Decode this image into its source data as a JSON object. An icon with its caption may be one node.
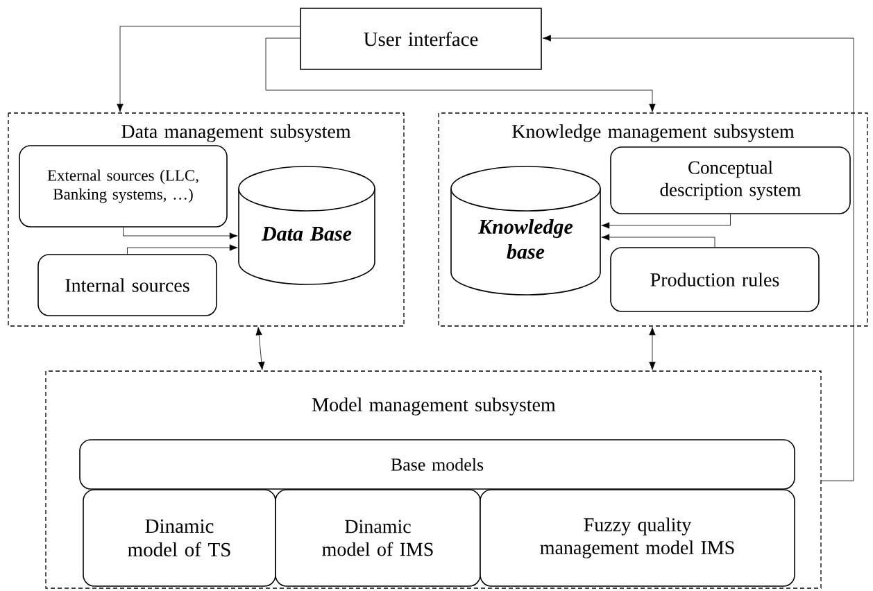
{
  "diagram": {
    "nodes": [
      {
        "text": [
          "User interface"
        ]
      },
      {
        "text": [
          "Data management subsystem"
        ]
      },
      {
        "text": [
          "External sources (LLC, Banking systems, …)"
        ],
        "in": 1
      },
      {
        "text": [
          "Internal sources"
        ],
        "in": 1
      },
      {
        "text": [
          "Data Base"
        ],
        "in": 1
      },
      {
        "text": [
          "Knowledge management subsystem"
        ]
      },
      {
        "text": [
          "Conceptual description system"
        ],
        "in": 5
      },
      {
        "text": [
          "Knowledge base"
        ],
        "in": 5
      },
      {
        "text": [
          "Production rules"
        ],
        "in": 5
      },
      {
        "text": [
          "Model management subsystem"
        ]
      },
      {
        "text": [
          "Base models"
        ],
        "in": 9
      },
      {
        "text": [
          "Dinamic model of TS"
        ],
        "in": 9
      },
      {
        "text": [
          "Dinamic model of IMS"
        ],
        "in": 9
      },
      {
        "text": [
          "Fuzzy quality management model IMS"
        ],
        "in": 9
      }
    ],
    "edges": [
      {
        "from": 0,
        "to": 1,
        "arrow": "to"
      },
      {
        "from": 0,
        "to": 5,
        "arrow": "to"
      },
      {
        "from": 9,
        "to": 0,
        "arrow": "to"
      },
      {
        "from": 2,
        "to": 4,
        "arrow": "to"
      },
      {
        "from": 3,
        "to": 4,
        "arrow": "to"
      },
      {
        "from": 6,
        "to": 7,
        "arrow": "to"
      },
      {
        "from": 8,
        "to": 7,
        "arrow": "to"
      },
      {
        "from": 1,
        "to": 9,
        "arrow": "both"
      },
      {
        "from": 5,
        "to": 9,
        "arrow": "both"
      }
    ]
  }
}
